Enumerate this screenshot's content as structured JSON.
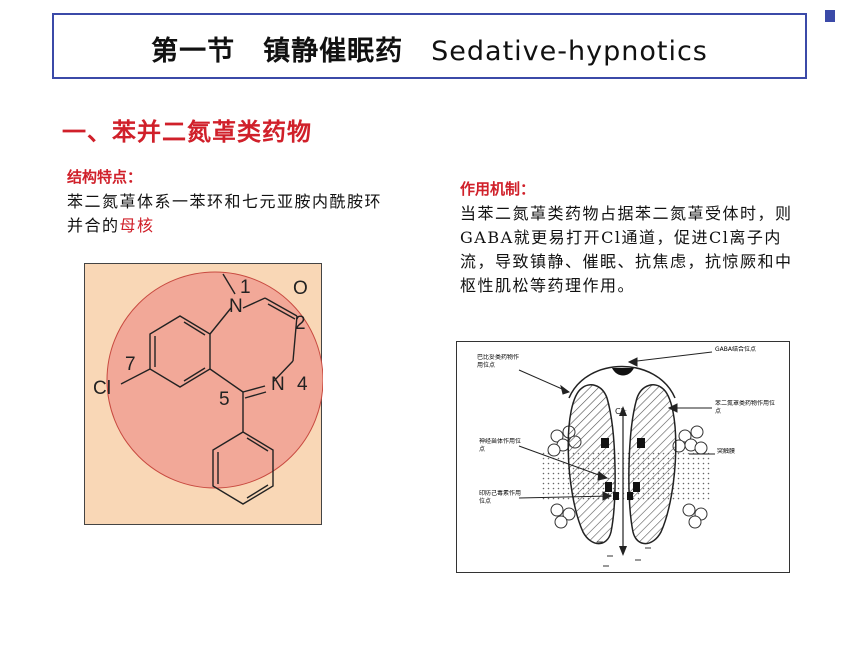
{
  "header": {
    "title_cn": "第一节　镇静催眠药",
    "title_en": "Sedative-hypnotics"
  },
  "section": {
    "heading": "一、苯并二氮䓬类药物"
  },
  "structure": {
    "label": "结构特点：",
    "text_before": "苯二氮䓬体系一苯环和七元亚胺内酰胺环并合的",
    "text_highlight": "母核",
    "atoms": {
      "n1": "N",
      "num1": "1",
      "o": "O",
      "num2": "2",
      "n4": "N",
      "num4": "4",
      "num5": "5",
      "num7": "7",
      "cl": "Cl"
    }
  },
  "mechanism": {
    "label": "作用机制：",
    "text": "当苯二氮䓬类药物占据苯二氮䓬受体时，则GABA就更易打开Cl通道，促进Cl离子内流，导致镇静、催眠、抗焦虑，抗惊厥和中枢性肌松等药理作用。",
    "diagram": {
      "label_barbiturate": "巴比妥类药物作用位点",
      "label_gaba": "GABA结合位点",
      "label_bzd": "苯二氮䓬类药物作用位点",
      "label_neurosteroid": "神经甾体作用位点",
      "label_membrane": "突触膜",
      "label_picrotoxin": "印防己毒素作用位点",
      "label_cl": "Cl⁻"
    }
  },
  "colors": {
    "accent_red": "#d0202a",
    "border_blue": "#3b4aa8",
    "struct_bg": "#f9d7b6",
    "circle_fill": "#f2a898"
  }
}
